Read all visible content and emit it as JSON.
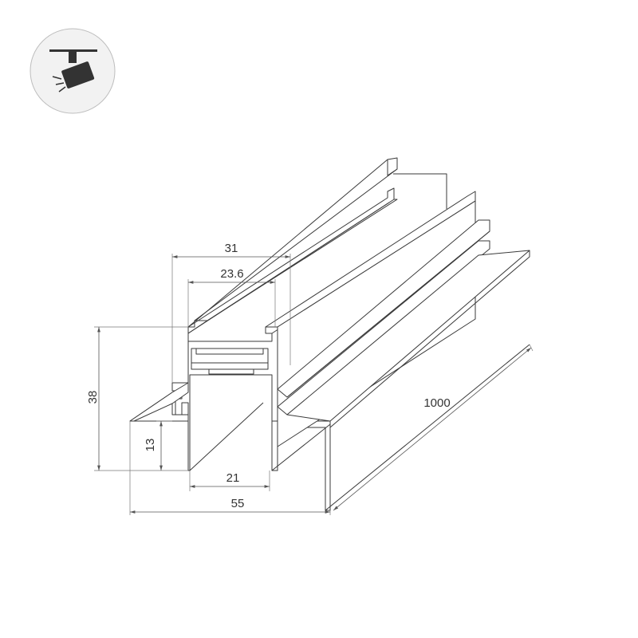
{
  "icon": {
    "name": "track-spotlight-icon",
    "circle_fill": "#f2f2f2",
    "lamp_color": "#333333"
  },
  "dimensions": {
    "top_width": "31",
    "inner_width": "23.6",
    "height": "38",
    "lower_height": "13",
    "bottom_width": "21",
    "total_width": "55",
    "length": "1000"
  },
  "colors": {
    "line": "#3a3a3a",
    "dimension": "#555555",
    "background": "#ffffff"
  }
}
